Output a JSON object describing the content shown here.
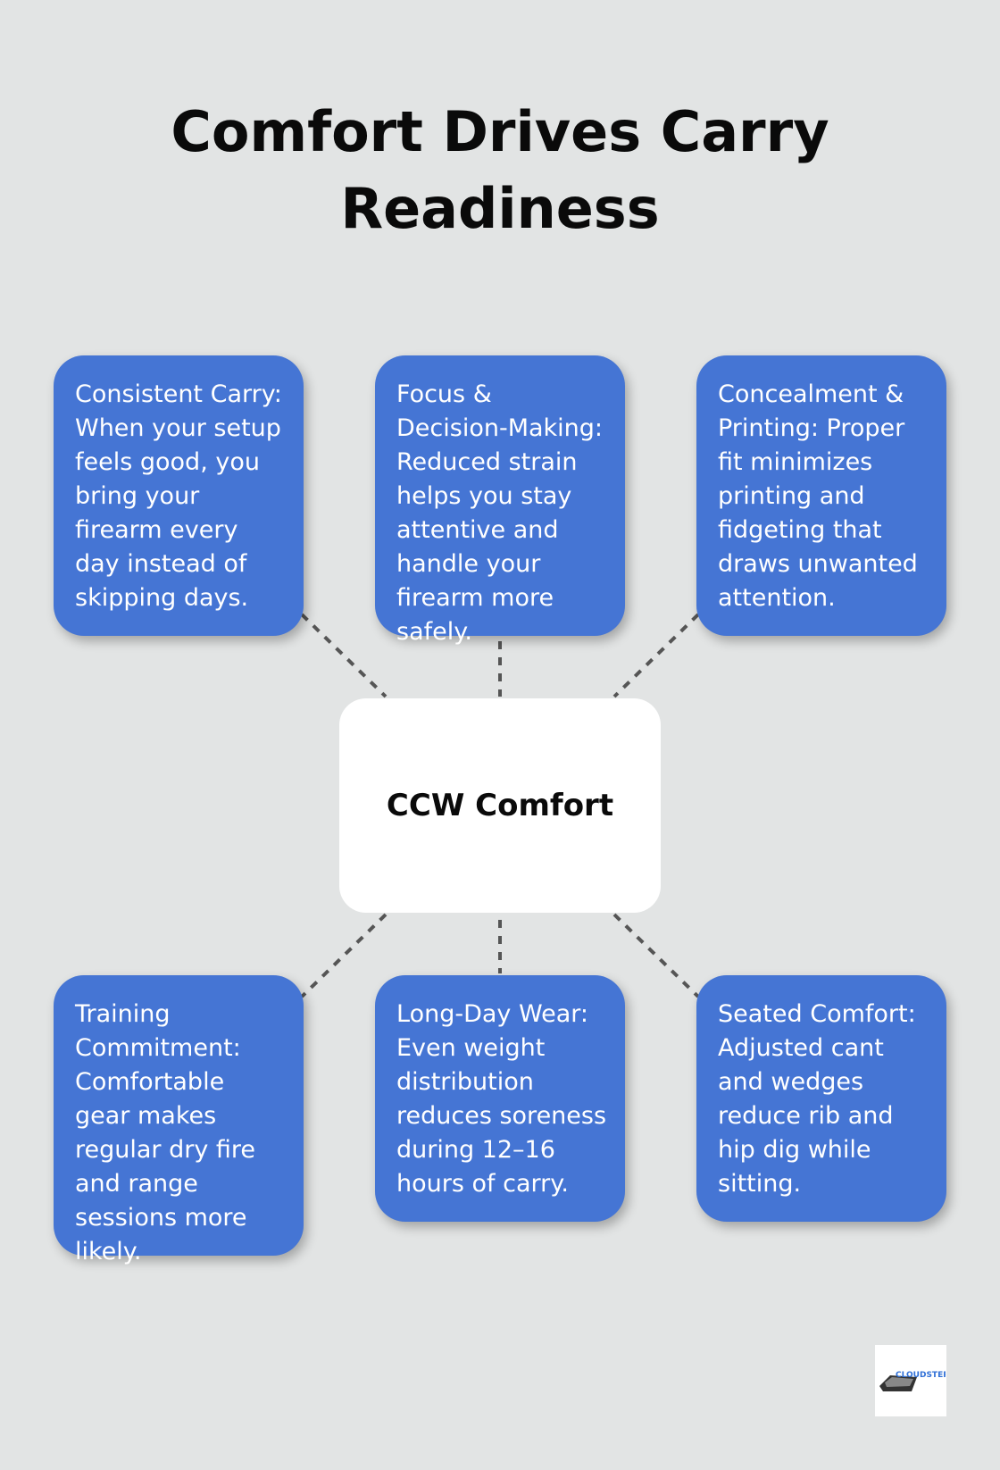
{
  "title": "Comfort Drives Carry Readiness",
  "center": {
    "label": "CCW Comfort"
  },
  "cards": [
    {
      "text": "Consistent Carry: When your setup feels good, you bring your firearm every day instead of skipping days."
    },
    {
      "text": "Focus & Decision-Making: Reduced strain helps you stay attentive and handle your firearm more safely."
    },
    {
      "text": "Concealment & Printing: Proper fit minimizes printing and fidgeting that draws unwanted attention."
    },
    {
      "text": "Training Commitment: Comfortable gear makes regular dry fire and range sessions more likely."
    },
    {
      "text": "Long-Day Wear: Even weight distribution reduces soreness during 12–16 hours of carry."
    },
    {
      "text": "Seated Comfort: Adjusted cant and wedges reduce rib and hip dig while sitting."
    }
  ],
  "logo": {
    "text": "CLOUDSTER PILLOW",
    "icon": "cloudster-pillow-logo"
  },
  "colors": {
    "card": "#4575d4",
    "background": "#e2e4e4",
    "center": "#ffffff",
    "connector": "#555555"
  }
}
